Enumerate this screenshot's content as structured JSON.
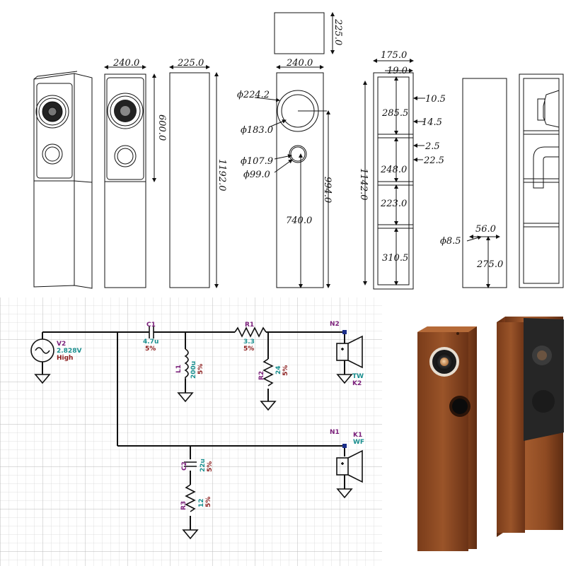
{
  "drawing": {
    "top_box_dim": "225.0",
    "front_width": "240.0",
    "front_height": "600.0",
    "side_depth": "225.0",
    "side_height": "1192.0",
    "baffle_width": "240.0",
    "tweeter_outer_dia": "ϕ224.2",
    "tweeter_inner_dia": "ϕ183.0",
    "port_outer_dia": "ϕ107.9",
    "port_inner_dia": "ϕ99.0",
    "baffle_port_height": "740.0",
    "baffle_tweeter_height": "994.0",
    "section_depth": "175.0",
    "section_panel": "19.0",
    "section_height": "1142.0",
    "chamber1": "285.5",
    "chamber1_a": "10.5",
    "chamber1_b": "14.5",
    "chamber2": "248.0",
    "chamber2_a": "2.5",
    "chamber2_b": "22.5",
    "chamber3": "223.0",
    "chamber4": "310.5",
    "side_hole_dia": "ϕ8.5",
    "side_hole_offset": "56.0",
    "side_hole_height": "275.0"
  },
  "schematic": {
    "source": {
      "ref": "V2",
      "value": "2.828V",
      "tag": "High"
    },
    "c1": {
      "ref": "C1",
      "value": "4.7u",
      "tol": "5%"
    },
    "l1": {
      "ref": "L1",
      "value": "200u",
      "tol": "5%"
    },
    "r1": {
      "ref": "R1",
      "value": "3.3",
      "tol": "5%"
    },
    "r2": {
      "ref": "R2",
      "value": "24",
      "tol": "5%"
    },
    "c2": {
      "ref": "C2",
      "value": "22u",
      "tol": "5%"
    },
    "r3": {
      "ref": "R3",
      "value": "12",
      "tol": "5%"
    },
    "n2": "N2",
    "n1": "N1",
    "tweeter": {
      "tag": "TW",
      "ref": "K2"
    },
    "woofer": {
      "ref": "K1",
      "tag": "WF"
    }
  },
  "colors": {
    "ref": "#7a1f7a",
    "value": "#1a8f8f",
    "tolerance": "#8a1a1a",
    "wood": "#8a4a26",
    "grid": "#cfcfcf"
  }
}
